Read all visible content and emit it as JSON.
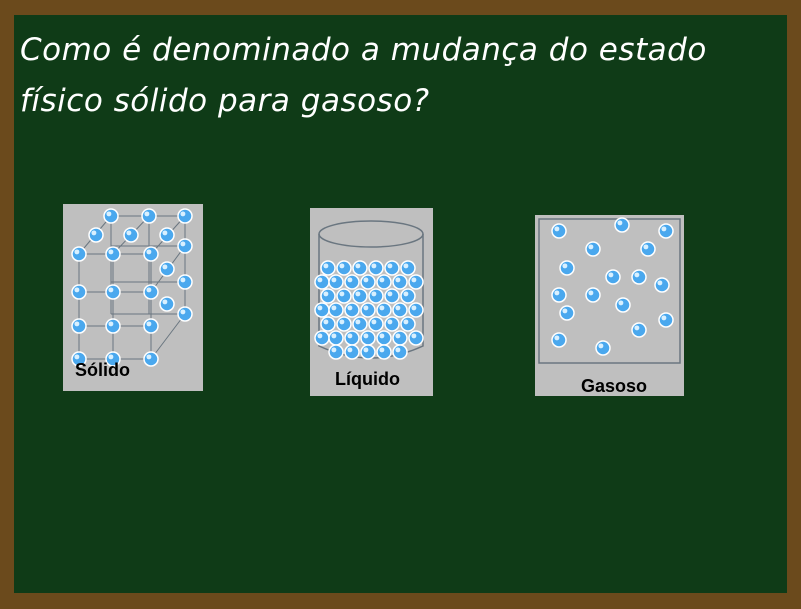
{
  "question": {
    "line1": "Como é denominado a mudança do estado",
    "line2": "físico sólido para gasoso?"
  },
  "states": {
    "solid": {
      "label": "Sólido"
    },
    "liquid": {
      "label": "Líquido"
    },
    "gas": {
      "label": "Gasoso"
    }
  },
  "colors": {
    "board": "#0f3b17",
    "frame": "#6b4a1c",
    "panel": "#bfbfbf",
    "particle": "#4aa8ee"
  }
}
